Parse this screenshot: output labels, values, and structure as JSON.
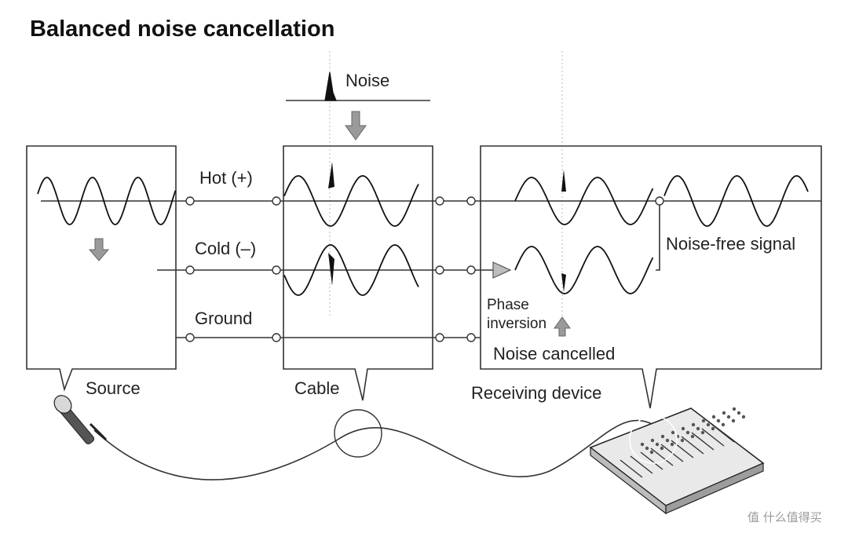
{
  "title": "Balanced noise cancellation",
  "labels": {
    "noise": "Noise",
    "hot": "Hot (+)",
    "cold": "Cold (–)",
    "ground": "Ground",
    "noise_free": "Noise-free signal",
    "phase_1": "Phase",
    "phase_2": "inversion",
    "noise_cancelled": "Noise cancelled",
    "source": "Source",
    "cable": "Cable",
    "receiving": "Receiving device"
  },
  "watermark": "值 什么值得买",
  "colors": {
    "lines": "#333333",
    "arrows": "#9a9a9a",
    "background": "#ffffff"
  },
  "icons": {
    "microphone": "microphone-icon",
    "mixer": "mixing-console-icon"
  }
}
